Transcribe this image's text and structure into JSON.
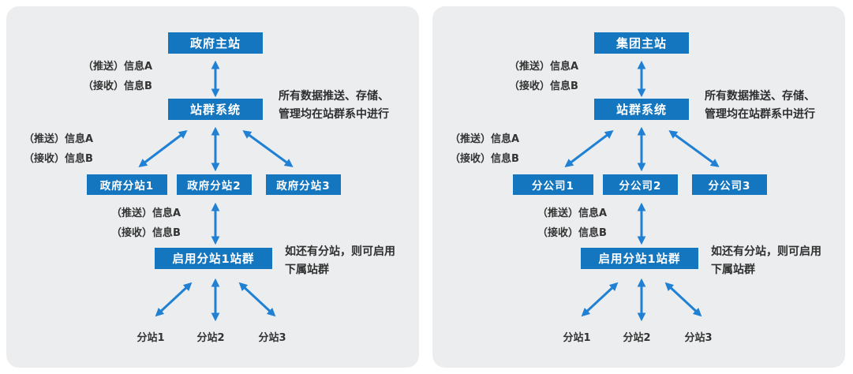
{
  "colors": {
    "box_color": "#1576c0",
    "arrow_color": "#1f80d4",
    "panel_bg": "#ebedef"
  },
  "panels": [
    {
      "main_site": "政府主站",
      "label_push": "（推送）信息A",
      "label_receive": "（接收）信息B",
      "system": "站群系统",
      "system_note_line1": "所有数据推送、存储、",
      "system_note_line2": "管理均在站群系中进行",
      "branch1": "政府分站1",
      "branch2": "政府分站2",
      "branch3": "政府分站3",
      "subgroup": "启用分站1站群",
      "subgroup_note_line1": "如还有分站，则可启用",
      "subgroup_note_line2": "下属站群",
      "subsite1": "分站1",
      "subsite2": "分站2",
      "subsite3": "分站3"
    },
    {
      "main_site": "集团主站",
      "label_push": "（推送）信息A",
      "label_receive": "（接收）信息B",
      "system": "站群系统",
      "system_note_line1": "所有数据推送、存储、",
      "system_note_line2": "管理均在站群系中进行",
      "branch1": "分公司1",
      "branch2": "分公司2",
      "branch3": "分公司3",
      "subgroup": "启用分站1站群",
      "subgroup_note_line1": "如还有分站，则可启用",
      "subgroup_note_line2": "下属站群",
      "subsite1": "分站1",
      "subsite2": "分站2",
      "subsite3": "分站3"
    }
  ]
}
